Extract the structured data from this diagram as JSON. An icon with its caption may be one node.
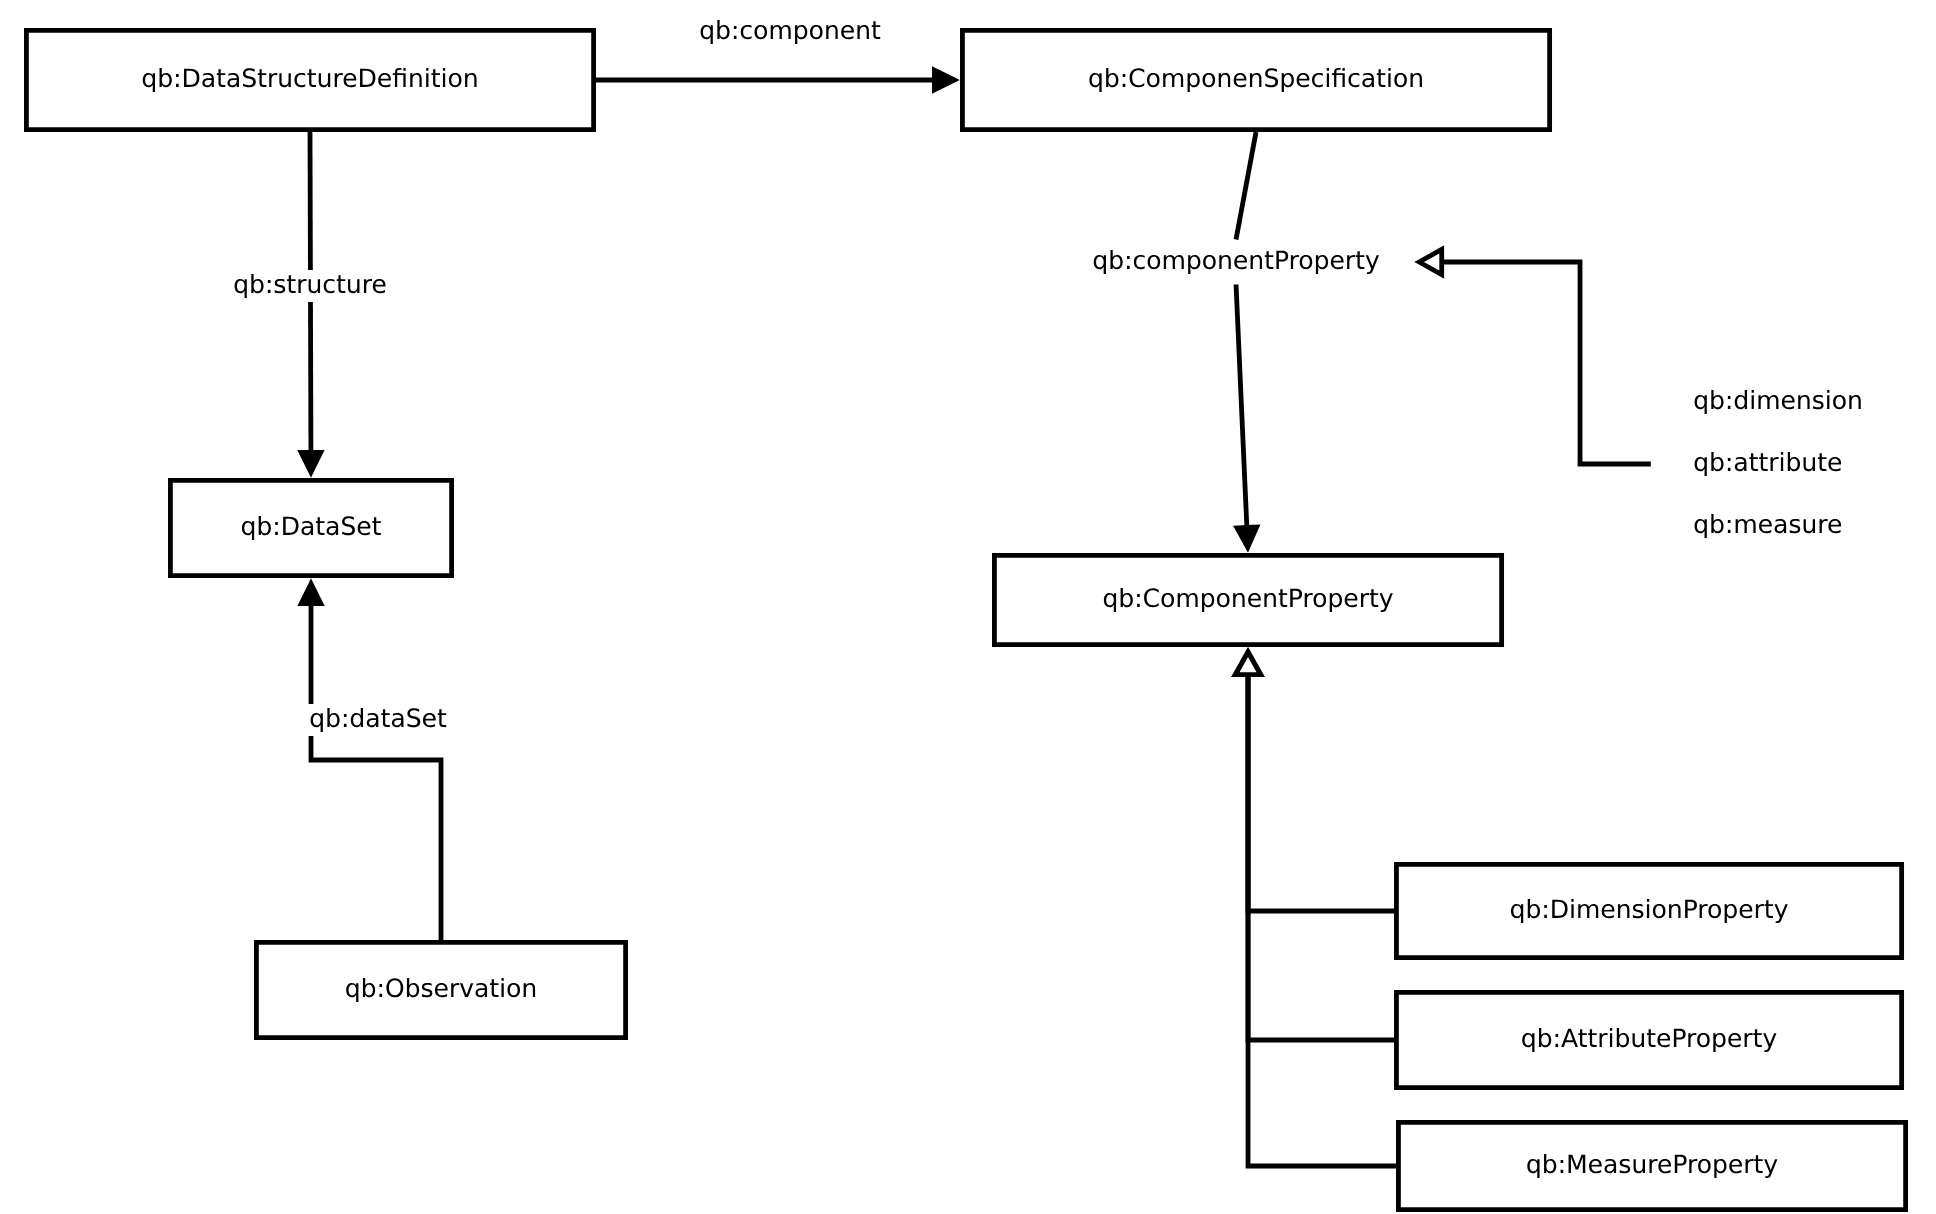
{
  "diagram": {
    "nodes": [
      {
        "text": [
          "qb:DataStructureDefinition"
        ]
      },
      {
        "text": [
          "qb:ComponenSpecification"
        ]
      },
      {
        "text": [
          "qb:DataSet"
        ]
      },
      {
        "text": [
          "qb:Observation"
        ]
      },
      {
        "text": [
          "qb:ComponentProperty"
        ]
      },
      {
        "text": [
          "qb:componentProperty"
        ]
      },
      {
        "text": [
          "qb:dimension",
          "qb:attribute",
          "qb:measure"
        ]
      },
      {
        "text": [
          "qb:DimensionProperty"
        ]
      },
      {
        "text": [
          "qb:AttributeProperty"
        ]
      },
      {
        "text": [
          "qb:MeasureProperty"
        ]
      }
    ],
    "edges": [
      {
        "from": 0,
        "to": 1,
        "arrow": "to",
        "label": "qb:component"
      },
      {
        "from": 0,
        "to": 2,
        "arrow": "to",
        "label": "qb:structure"
      },
      {
        "from": 3,
        "to": 2,
        "arrow": "to",
        "label": "qb:dataSet"
      },
      {
        "from": 1,
        "to": 5,
        "arrow": "none"
      },
      {
        "from": 5,
        "to": 4,
        "arrow": "to"
      },
      {
        "from": 6,
        "to": 5,
        "arrow": "to"
      },
      {
        "from": 7,
        "to": 4,
        "arrow": "to"
      },
      {
        "from": 8,
        "to": 4,
        "arrow": "to"
      },
      {
        "from": 9,
        "to": 4,
        "arrow": "to"
      }
    ]
  }
}
